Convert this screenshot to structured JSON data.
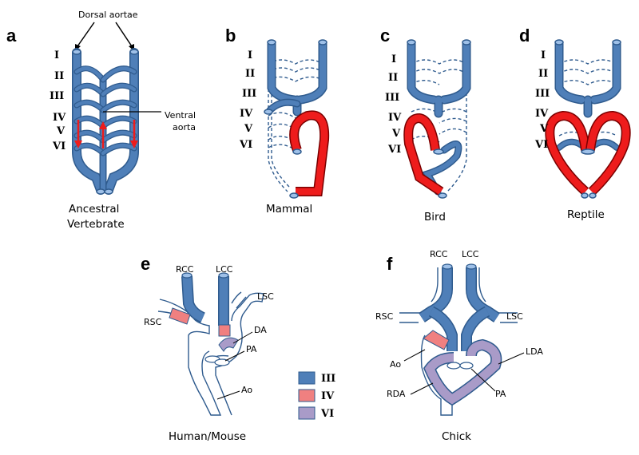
{
  "colors": {
    "blue": "#4f7fb8",
    "blue_outline": "#2f5b8e",
    "red": "#ee1c1c",
    "pink": "#f08080",
    "purple": "#a99bc8",
    "text": "#000000"
  },
  "panels": {
    "a": {
      "letter": "a",
      "dorsal_label": "Dorsal aortae",
      "ventral_label_1": "Ventral",
      "ventral_label_2": "aorta",
      "caption_1": "Ancestral",
      "caption_2": "Vertebrate"
    },
    "b": {
      "letter": "b",
      "caption": "Mammal"
    },
    "c": {
      "letter": "c",
      "caption": "Bird"
    },
    "d": {
      "letter": "d",
      "caption": "Reptile"
    },
    "e": {
      "letter": "e",
      "caption": "Human/Mouse",
      "labels": {
        "rcc": "RCC",
        "lcc": "LCC",
        "lsc": "LSC",
        "rsc": "RSC",
        "da": "DA",
        "pa": "PA",
        "ao": "Ao"
      }
    },
    "f": {
      "letter": "f",
      "caption": "Chick",
      "labels": {
        "rcc": "RCC",
        "lcc": "LCC",
        "rsc": "RSC",
        "lsc": "LSC",
        "ao": "Ao",
        "lda": "LDA",
        "rda": "RDA",
        "pa": "PA"
      }
    }
  },
  "arches": [
    "I",
    "II",
    "III",
    "IV",
    "V",
    "VI"
  ],
  "legend": [
    {
      "label": "III",
      "color": "#4f7fb8"
    },
    {
      "label": "IV",
      "color": "#f08080"
    },
    {
      "label": "VI",
      "color": "#a99bc8"
    }
  ]
}
